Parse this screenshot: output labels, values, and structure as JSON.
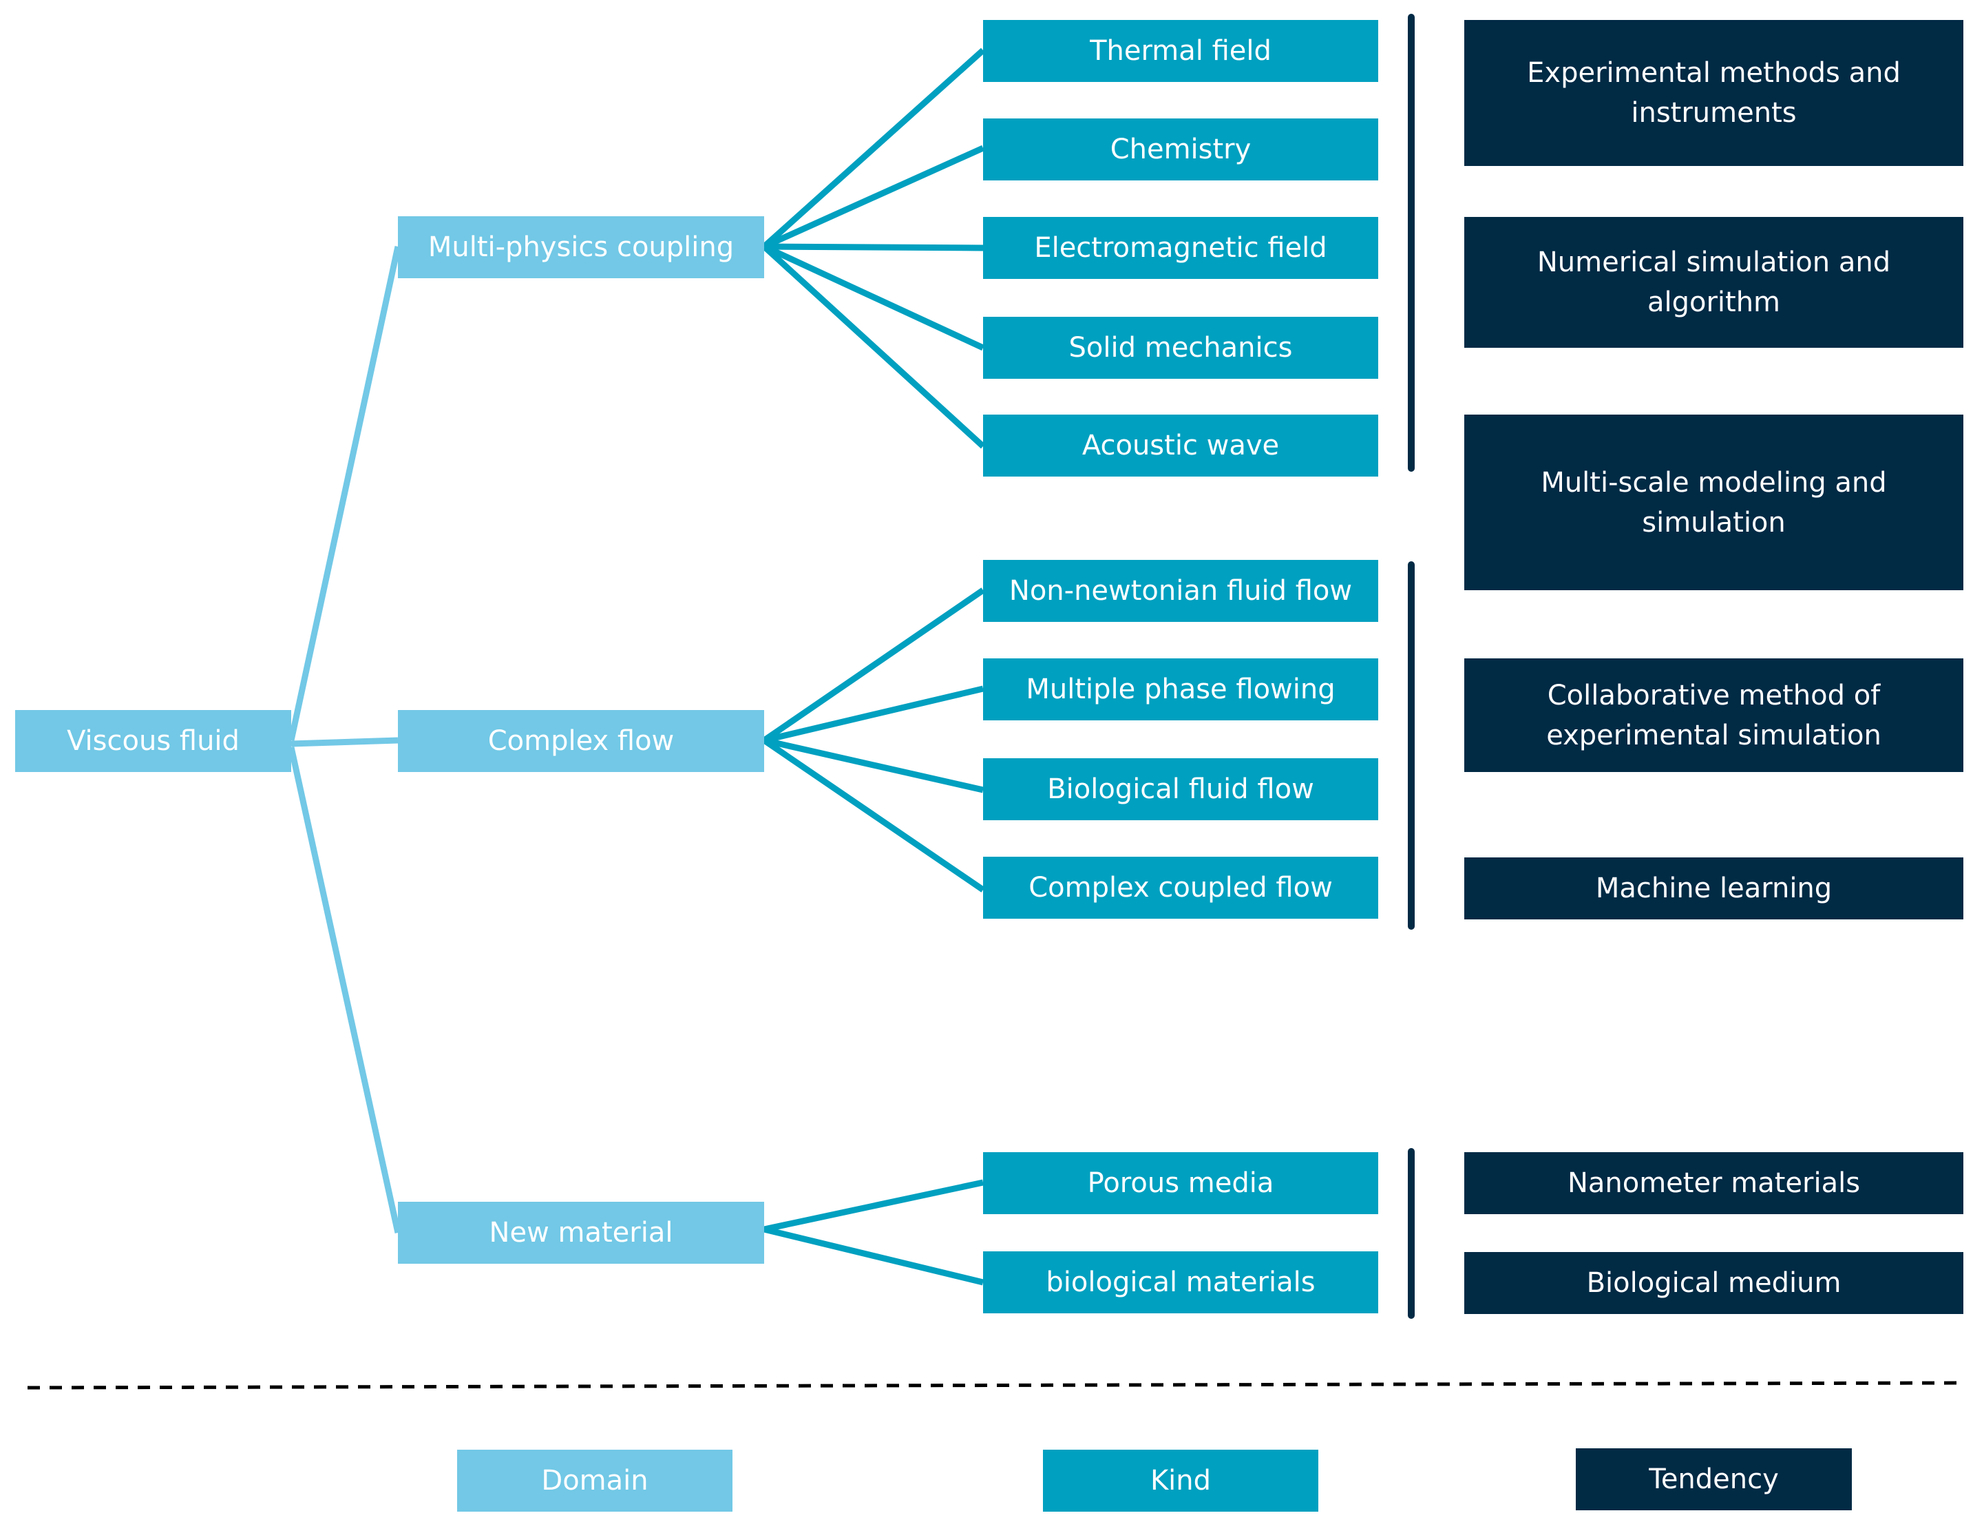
{
  "colors": {
    "domain": "#72C8E6",
    "kind": "#00A0C0",
    "tendency": "#012A45",
    "divider": "#000000"
  },
  "root": {
    "label": "Viscous fluid"
  },
  "domains": [
    {
      "label": "Multi-physics coupling",
      "kinds": [
        "Thermal field",
        "Chemistry",
        "Electromagnetic field",
        "Solid mechanics",
        "Acoustic wave"
      ]
    },
    {
      "label": "Complex flow",
      "kinds": [
        "Non-newtonian fluid flow",
        "Multiple phase flowing",
        "Biological fluid flow",
        "Complex coupled flow"
      ]
    },
    {
      "label": "New material",
      "kinds": [
        "Porous media",
        "biological materials"
      ]
    }
  ],
  "tendencies": [
    "Experimental methods and instruments",
    "Numerical simulation and algorithm",
    "Multi-scale modeling and simulation",
    "Collaborative method of experimental simulation",
    "Machine learning",
    "Nanometer materials",
    "Biological medium"
  ],
  "legend": {
    "domain": "Domain",
    "kind": "Kind",
    "tendency": "Tendency"
  }
}
